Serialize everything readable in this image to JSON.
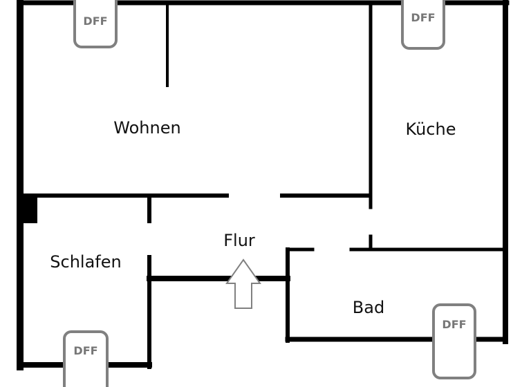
{
  "rooms": {
    "wohnen": "Wohnen",
    "kueche": "Küche",
    "flur": "Flur",
    "schlafen": "Schlafen",
    "bad": "Bad"
  },
  "markers": [
    {
      "label": "DFF"
    },
    {
      "label": "DFF"
    },
    {
      "label": "DFF"
    },
    {
      "label": "DFF"
    }
  ],
  "colors": {
    "wall": "#000000",
    "marker": "#808080",
    "marker_text": "#777777",
    "arrow": "#808080"
  },
  "icons": {
    "entrance": "up-arrow-icon"
  }
}
